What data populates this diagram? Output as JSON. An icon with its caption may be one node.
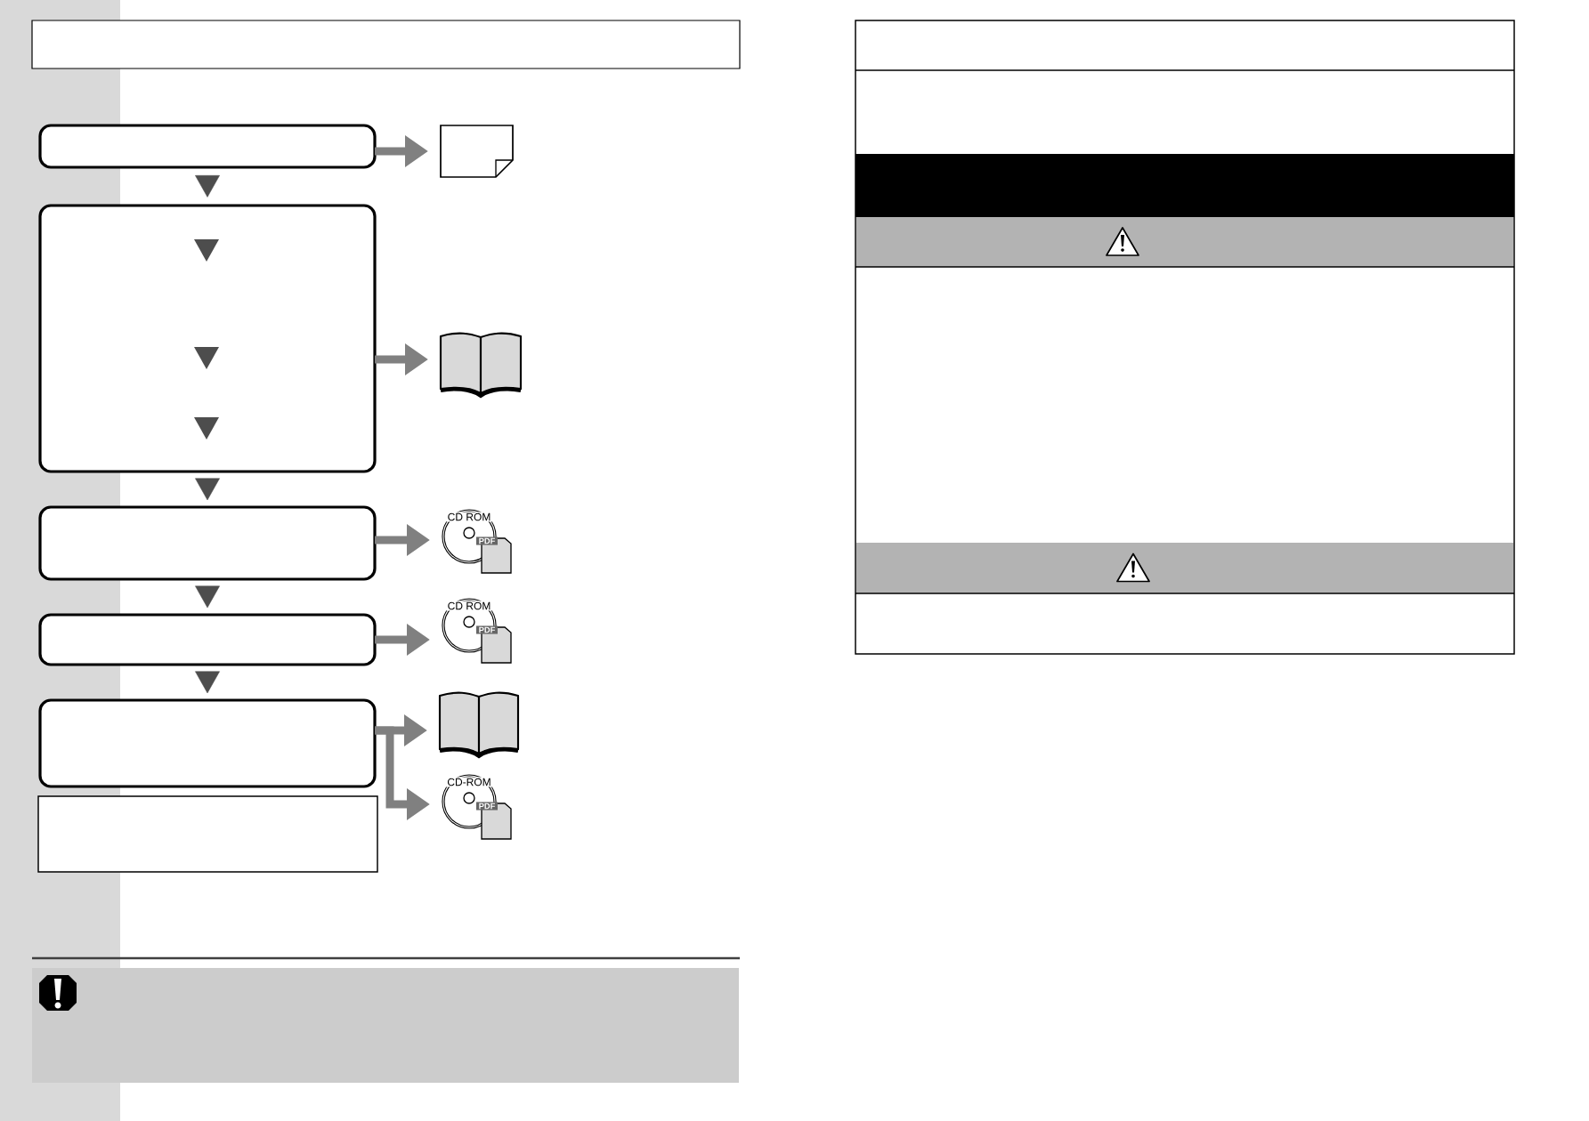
{
  "diagram": {
    "nodes": [
      {
        "text": [],
        "shape": "box"
      },
      {
        "text": [],
        "shape": "page"
      },
      {
        "text": [],
        "shape": "box"
      },
      {
        "text": [],
        "shape": "book"
      },
      {
        "text": [],
        "shape": "box"
      },
      {
        "text": [
          "CD ROM",
          "PDF"
        ]
      },
      {
        "text": [],
        "shape": "box"
      },
      {
        "text": [
          "CD ROM",
          "PDF"
        ]
      },
      {
        "text": [],
        "shape": "box"
      },
      {
        "text": [],
        "shape": "book"
      },
      {
        "text": [
          "CD-ROM",
          "PDF"
        ]
      },
      {
        "text": [],
        "shape": "rectangle"
      }
    ],
    "edges": [
      {
        "from": 0,
        "to": 2,
        "arrow": "to",
        "color": "#4d4d4d"
      },
      {
        "from": 2,
        "to": 4,
        "arrow": "to",
        "color": "#4d4d4d"
      },
      {
        "from": 4,
        "to": 6,
        "arrow": "to",
        "color": "#4d4d4d"
      },
      {
        "from": 6,
        "to": 8,
        "arrow": "to",
        "color": "#4d4d4d"
      },
      {
        "from": 0,
        "to": 1,
        "arrow": "to"
      },
      {
        "from": 2,
        "to": 3,
        "arrow": "to"
      },
      {
        "from": 4,
        "to": 5,
        "arrow": "to"
      },
      {
        "from": 6,
        "to": 7,
        "arrow": "to"
      },
      {
        "from": 8,
        "to": 9,
        "arrow": "to"
      },
      {
        "from": 8,
        "to": 10,
        "arrow": "to"
      }
    ]
  }
}
